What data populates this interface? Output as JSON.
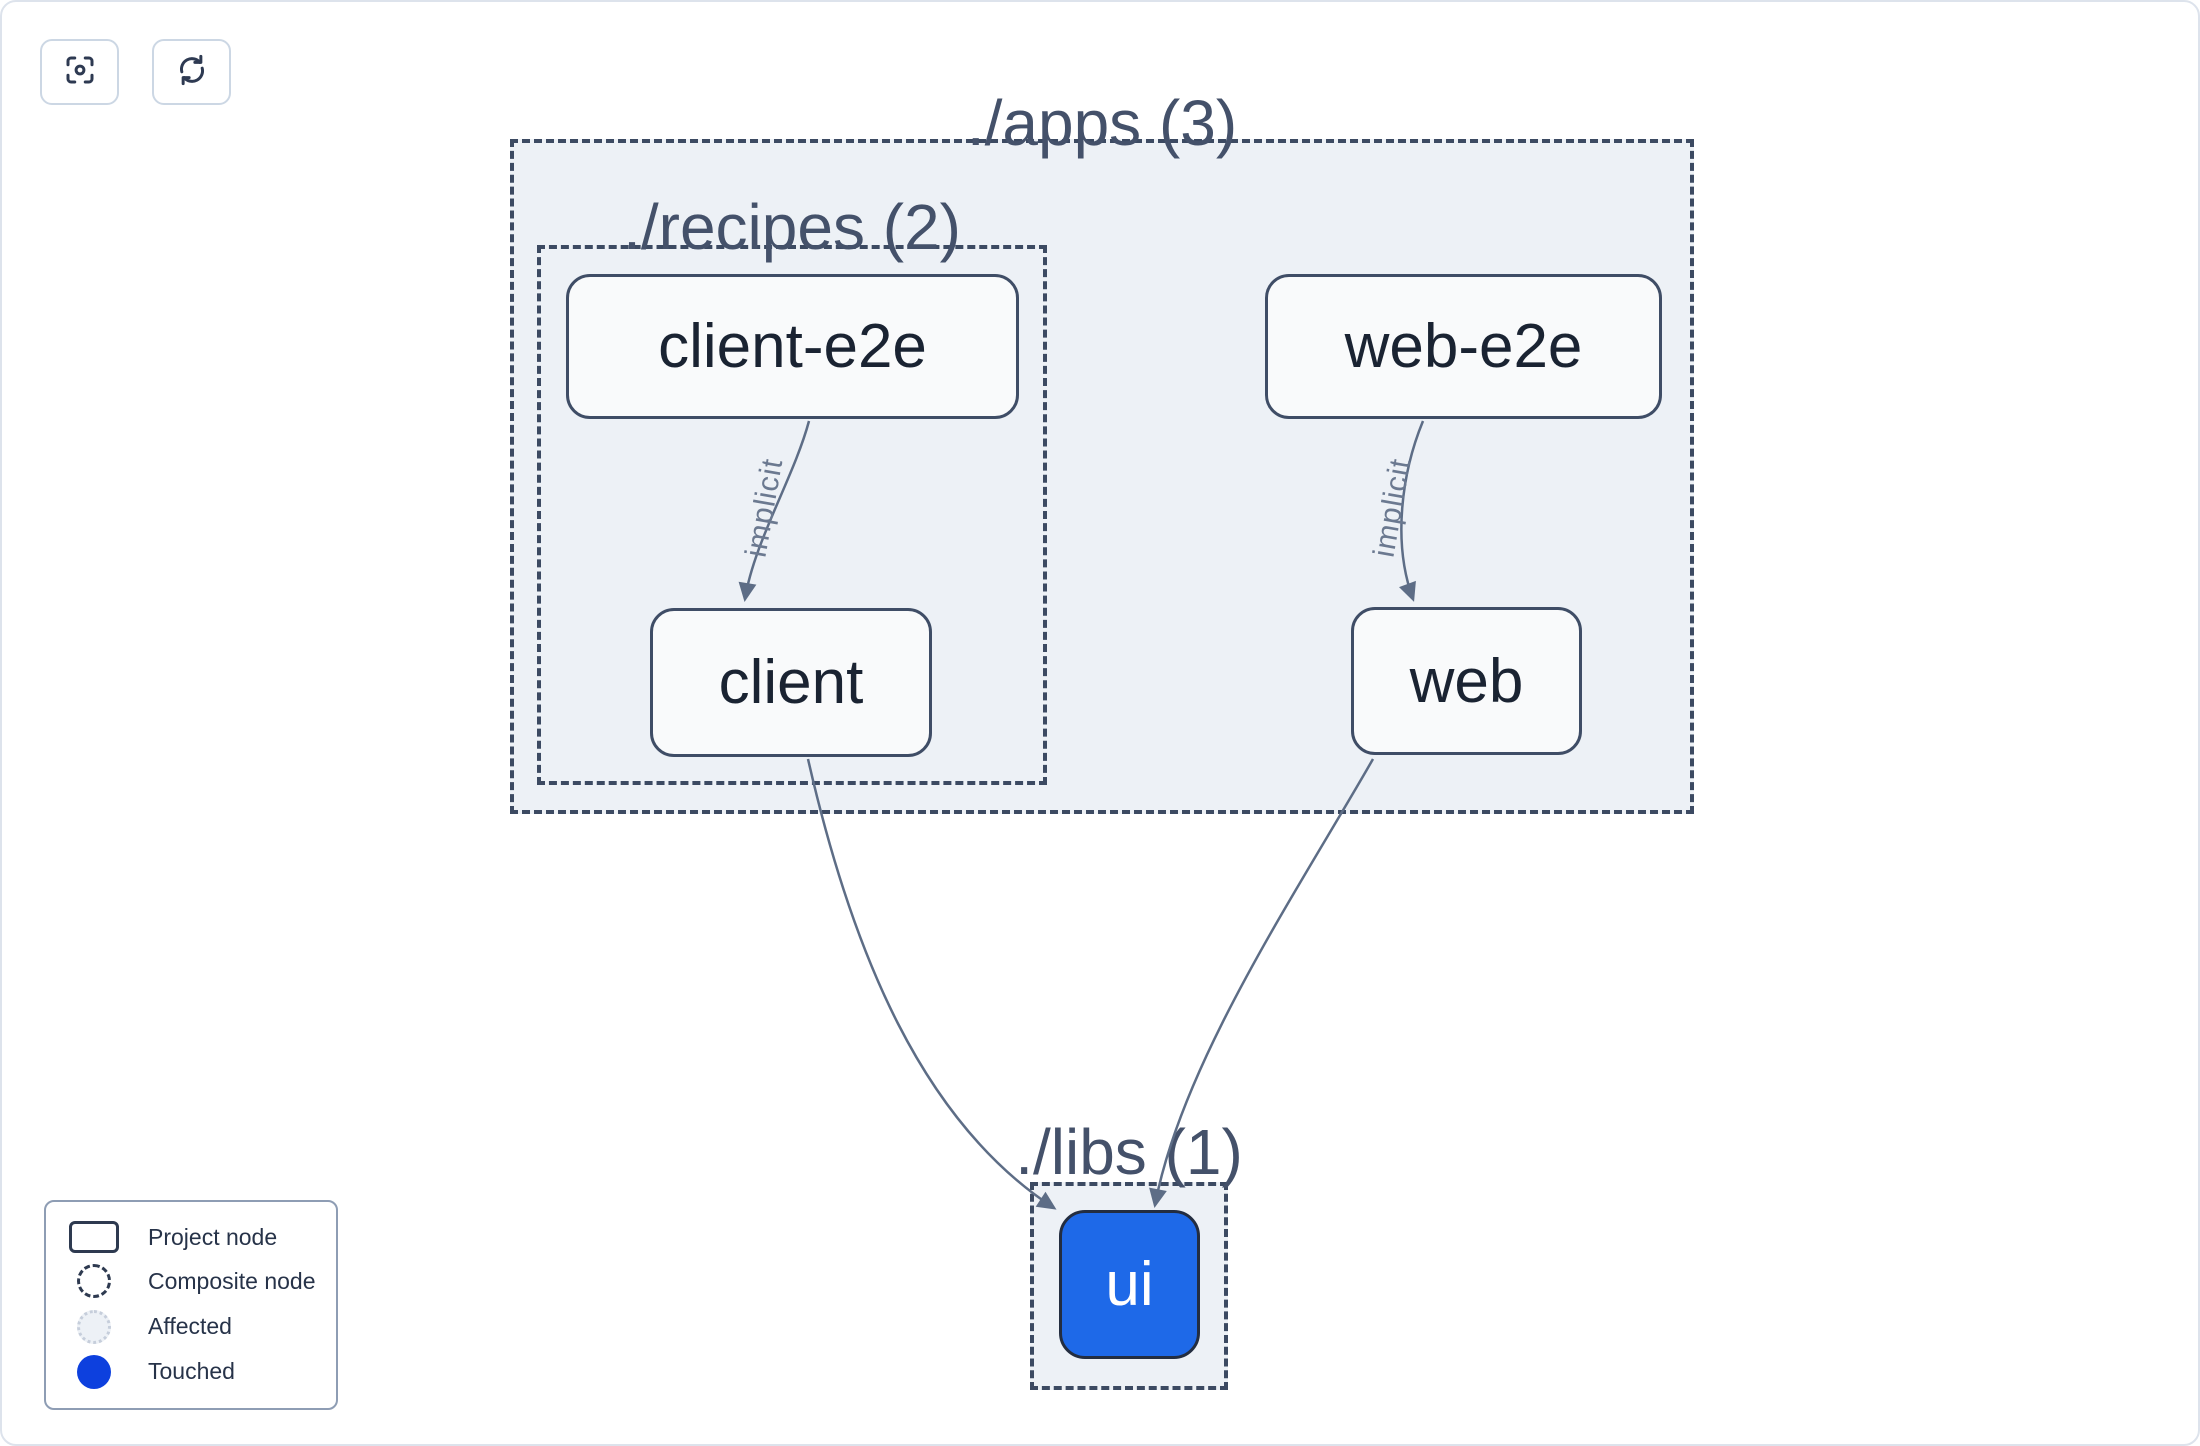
{
  "toolbar": {
    "buttons": [
      {
        "name": "center-graph",
        "icon": "focus-target-icon"
      },
      {
        "name": "refresh-graph",
        "icon": "refresh-icon"
      }
    ]
  },
  "graph": {
    "containers": [
      {
        "id": "apps",
        "title": "./apps (3)"
      },
      {
        "id": "recipes",
        "title": "./recipes (2)"
      },
      {
        "id": "libs",
        "title": "./libs (1)"
      }
    ],
    "nodes": [
      {
        "id": "client-e2e",
        "label": "client-e2e",
        "type": "project",
        "state": "default"
      },
      {
        "id": "web-e2e",
        "label": "web-e2e",
        "type": "project",
        "state": "default"
      },
      {
        "id": "client",
        "label": "client",
        "type": "project",
        "state": "default"
      },
      {
        "id": "web",
        "label": "web",
        "type": "project",
        "state": "default"
      },
      {
        "id": "ui",
        "label": "ui",
        "type": "project",
        "state": "touched"
      }
    ],
    "edges": [
      {
        "from": "client-e2e",
        "to": "client",
        "label": "implicit"
      },
      {
        "from": "web-e2e",
        "to": "web",
        "label": "implicit"
      },
      {
        "from": "client",
        "to": "ui",
        "label": ""
      },
      {
        "from": "web",
        "to": "ui",
        "label": ""
      }
    ]
  },
  "legend": {
    "items": [
      {
        "swatch": "project-node",
        "label": "Project node"
      },
      {
        "swatch": "composite-node",
        "label": "Composite node"
      },
      {
        "swatch": "affected",
        "label": "Affected"
      },
      {
        "swatch": "touched",
        "label": "Touched"
      }
    ]
  },
  "colors": {
    "touched_node_fill": "#1e69e8",
    "legend_touched_fill": "#0d40de",
    "container_fill": "#edf1f6",
    "container_border": "#3c4a62",
    "node_border": "#3f4d66",
    "edge_stroke": "#5d6d86",
    "title_text": "#44516a",
    "node_text": "#1a2332"
  }
}
